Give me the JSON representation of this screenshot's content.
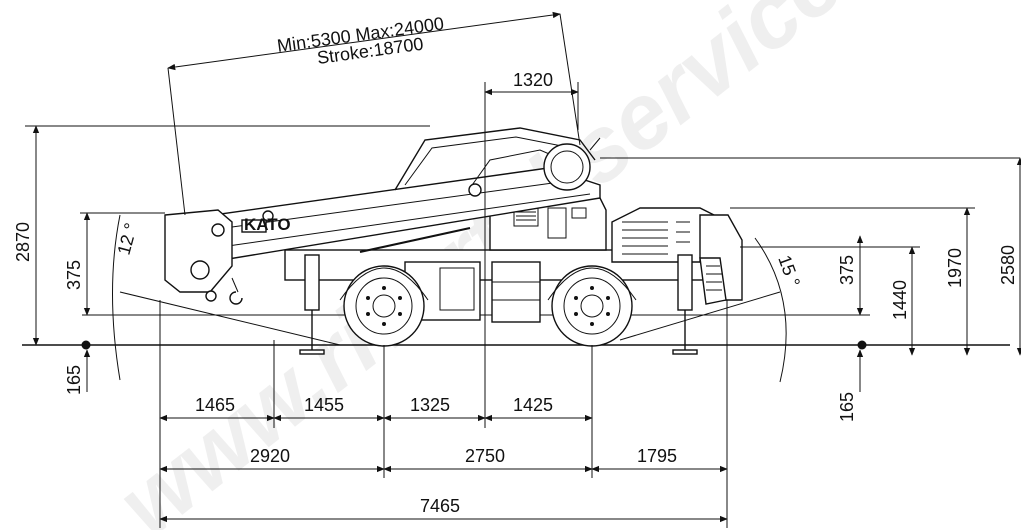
{
  "watermark": "www.rivertekservices.com",
  "boom_text": {
    "line1": "Min:5300 Max:24000",
    "line2": "Stroke:18700"
  },
  "dims_top": {
    "d1320": "1320"
  },
  "dims_left": {
    "height_2870": "2870",
    "overhang_375": "375",
    "below_165": "165"
  },
  "dims_right": {
    "d375": "375",
    "d1440": "1440",
    "d1970": "1970",
    "d2580": "2580",
    "below_165": "165"
  },
  "angles": {
    "front": "12 °",
    "rear": "15 °"
  },
  "dims_row1": [
    "1465",
    "1455",
    "1325",
    "1425"
  ],
  "dims_row2": [
    "2920",
    "2750",
    "1795"
  ],
  "dims_total": "7465",
  "logo_text": "KATO"
}
